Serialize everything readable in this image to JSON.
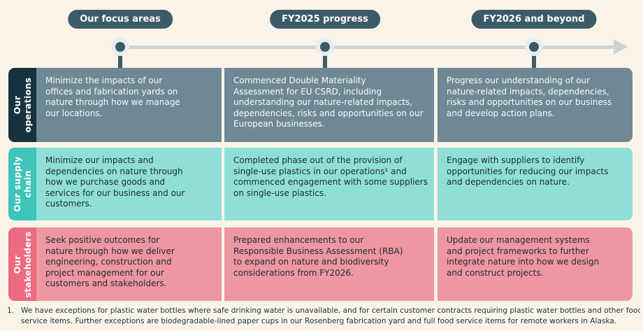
{
  "timeline": {
    "headers": [
      {
        "label": "Our focus areas"
      },
      {
        "label": "FY2025 progress"
      },
      {
        "label": "FY2026 and beyond"
      }
    ]
  },
  "rows": [
    {
      "label": "Our\noperations",
      "cells": [
        "Minimize the impacts of our\noffices and fabrication yards on\nnature through how we manage\nour locations.",
        "Commenced Double Materiality\nAssessment for EU CSRD, including\nunderstanding our nature-related impacts,\ndependencies, risks and opportunities on our\nEuropean businesses.",
        "Progress our understanding of our\nnature-related impacts, dependencies,\nrisks and opportunities on our business\nand develop action plans."
      ]
    },
    {
      "label": "Our supply\nchain",
      "cells": [
        "Minimize our impacts and\ndependencies on nature through\nhow we purchase goods and\nservices for our business and our\ncustomers.",
        "Completed phase out of the provision of\nsingle-use plastics in our operations¹ and\ncommenced engagement with some suppliers\non single-use plastics.",
        "Engage with suppliers to identify\nopportunities for reducing our impacts\nand dependencies on nature."
      ]
    },
    {
      "label": "Our\nstakeholders",
      "cells": [
        "Seek positive outcomes for\nnature through how we deliver\nengineering, construction and\nproject management for our\ncustomers and stakeholders.",
        "Prepared enhancements to our\nResponsible Business Assessment (RBA)\nto expand on nature and biodiversity\nconsiderations from FY2026.",
        "Update our management systems\nand project frameworks to further\nintegrate nature into how we design\nand construct projects."
      ]
    }
  ],
  "footnote": {
    "marker": "1.",
    "text": "We have exceptions for plastic water bottles where safe drinking water is unavailable, and for certain customer contracts requiring plastic water bottles and other food\nservice items. Further exceptions are biodegradable-lined paper cups in our Rosenberg fabrication yard and full food service items for remote workers in Alaska."
  },
  "colors": {
    "background": "#faf4e8",
    "accent": "#3d5b66",
    "timeline_line": "#d2d2d2",
    "dot_halo": "#e9edf0",
    "row1_label_bg": "#16323f",
    "row1_body_bg": "#6e8995",
    "row2_label_bg": "#3fc4ba",
    "row2_body_bg": "#8fdfd8",
    "row3_label_bg": "#ec6b7e",
    "row3_body_bg": "#ee96a2",
    "dark_text": "#1d2b33",
    "footnote_text": "#16323f"
  }
}
